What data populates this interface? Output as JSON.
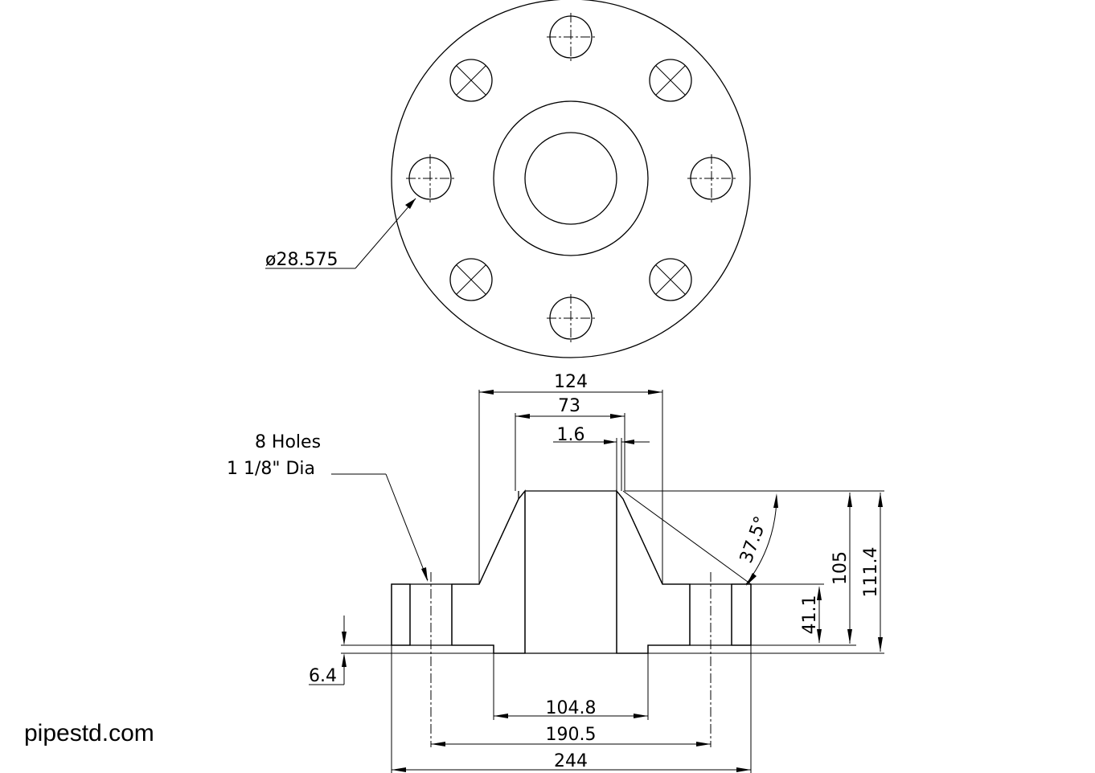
{
  "watermark": "pipestd.com",
  "top_view": {
    "hole_diameter_label": "ø28.575"
  },
  "note": {
    "line1": "8 Holes",
    "line2": "1 1/8\" Dia"
  },
  "dimensions": {
    "hub_top_width": "124",
    "bore_width": "73",
    "chamfer": "1.6",
    "bevel_angle": "37.5°",
    "hub_height": "105",
    "overall_height": "111.4",
    "flange_thickness": "41.1",
    "raised_face": "6.4",
    "raised_face_dia": "104.8",
    "bolt_circle": "190.5",
    "outside_dia": "244"
  }
}
